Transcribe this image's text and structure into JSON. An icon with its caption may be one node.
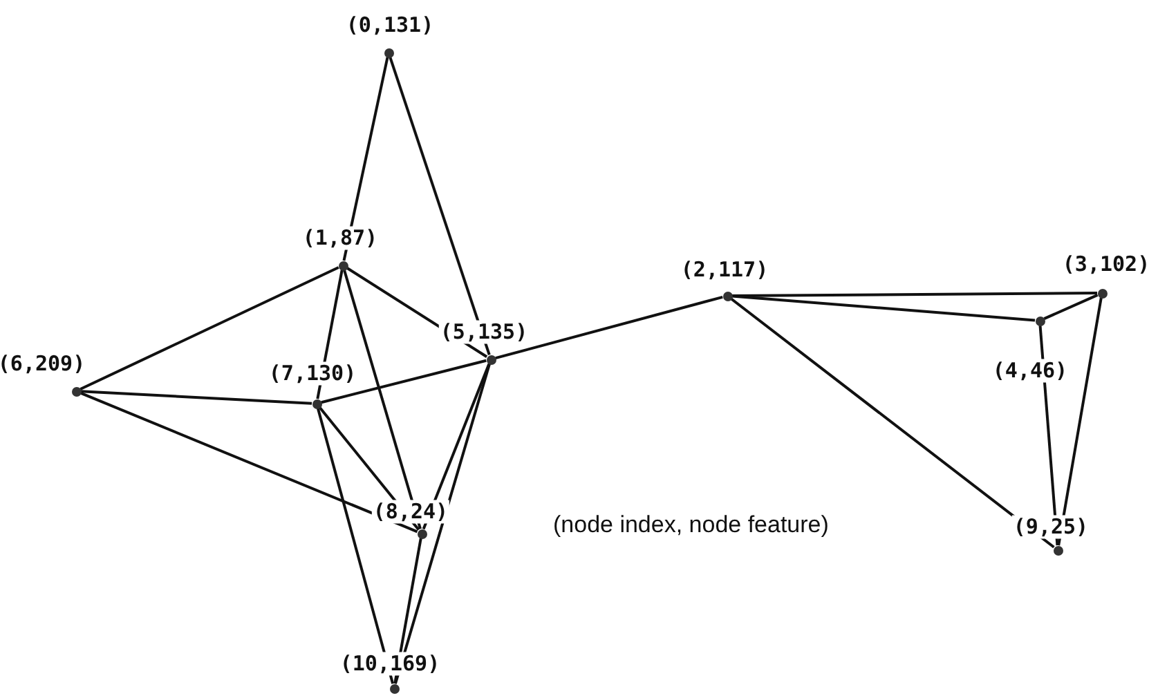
{
  "diagram": {
    "nodes": [
      {
        "text": [],
        "shape": "circle",
        "beside": [
          "(0,131)"
        ]
      },
      {
        "text": [],
        "shape": "circle",
        "beside": [
          "(1,87)"
        ]
      },
      {
        "text": [],
        "shape": "circle",
        "beside": [
          "(2,117)"
        ]
      },
      {
        "text": [],
        "shape": "circle",
        "beside": [
          "(3,102)"
        ]
      },
      {
        "text": [],
        "shape": "circle",
        "beside": [
          "(4,46)"
        ]
      },
      {
        "text": [],
        "shape": "circle",
        "beside": [
          "(5,135)"
        ]
      },
      {
        "text": [],
        "shape": "circle",
        "beside": [
          "(6,209)"
        ]
      },
      {
        "text": [],
        "shape": "circle",
        "beside": [
          "(7,130)"
        ]
      },
      {
        "text": [],
        "shape": "circle",
        "beside": [
          "(8,24)"
        ]
      },
      {
        "text": [],
        "shape": "circle",
        "beside": [
          "(9,25)"
        ]
      },
      {
        "text": [],
        "shape": "circle",
        "beside": [
          "(10,169)"
        ]
      }
    ],
    "edges": [
      {
        "from": 0,
        "to": 1,
        "arrow": "none"
      },
      {
        "from": 0,
        "to": 5,
        "arrow": "none"
      },
      {
        "from": 1,
        "to": 6,
        "arrow": "none"
      },
      {
        "from": 1,
        "to": 5,
        "arrow": "none"
      },
      {
        "from": 1,
        "to": 7,
        "arrow": "none"
      },
      {
        "from": 1,
        "to": 8,
        "arrow": "none"
      },
      {
        "from": 6,
        "to": 7,
        "arrow": "none"
      },
      {
        "from": 7,
        "to": 5,
        "arrow": "none"
      },
      {
        "from": 6,
        "to": 8,
        "arrow": "none"
      },
      {
        "from": 7,
        "to": 8,
        "arrow": "none"
      },
      {
        "from": 7,
        "to": 10,
        "arrow": "none"
      },
      {
        "from": 5,
        "to": 8,
        "arrow": "none"
      },
      {
        "from": 5,
        "to": 10,
        "arrow": "none"
      },
      {
        "from": 10,
        "to": 8,
        "arrow": "none"
      },
      {
        "from": 2,
        "to": 5,
        "arrow": "none"
      },
      {
        "from": 2,
        "to": 3,
        "arrow": "none"
      },
      {
        "from": 2,
        "to": 4,
        "arrow": "none"
      },
      {
        "from": 2,
        "to": 9,
        "arrow": "none"
      },
      {
        "from": 3,
        "to": 4,
        "arrow": "none"
      },
      {
        "from": 3,
        "to": 9,
        "arrow": "none"
      },
      {
        "from": 4,
        "to": 9,
        "arrow": "none"
      }
    ],
    "labels": [
      "(node index, node feature)"
    ]
  }
}
